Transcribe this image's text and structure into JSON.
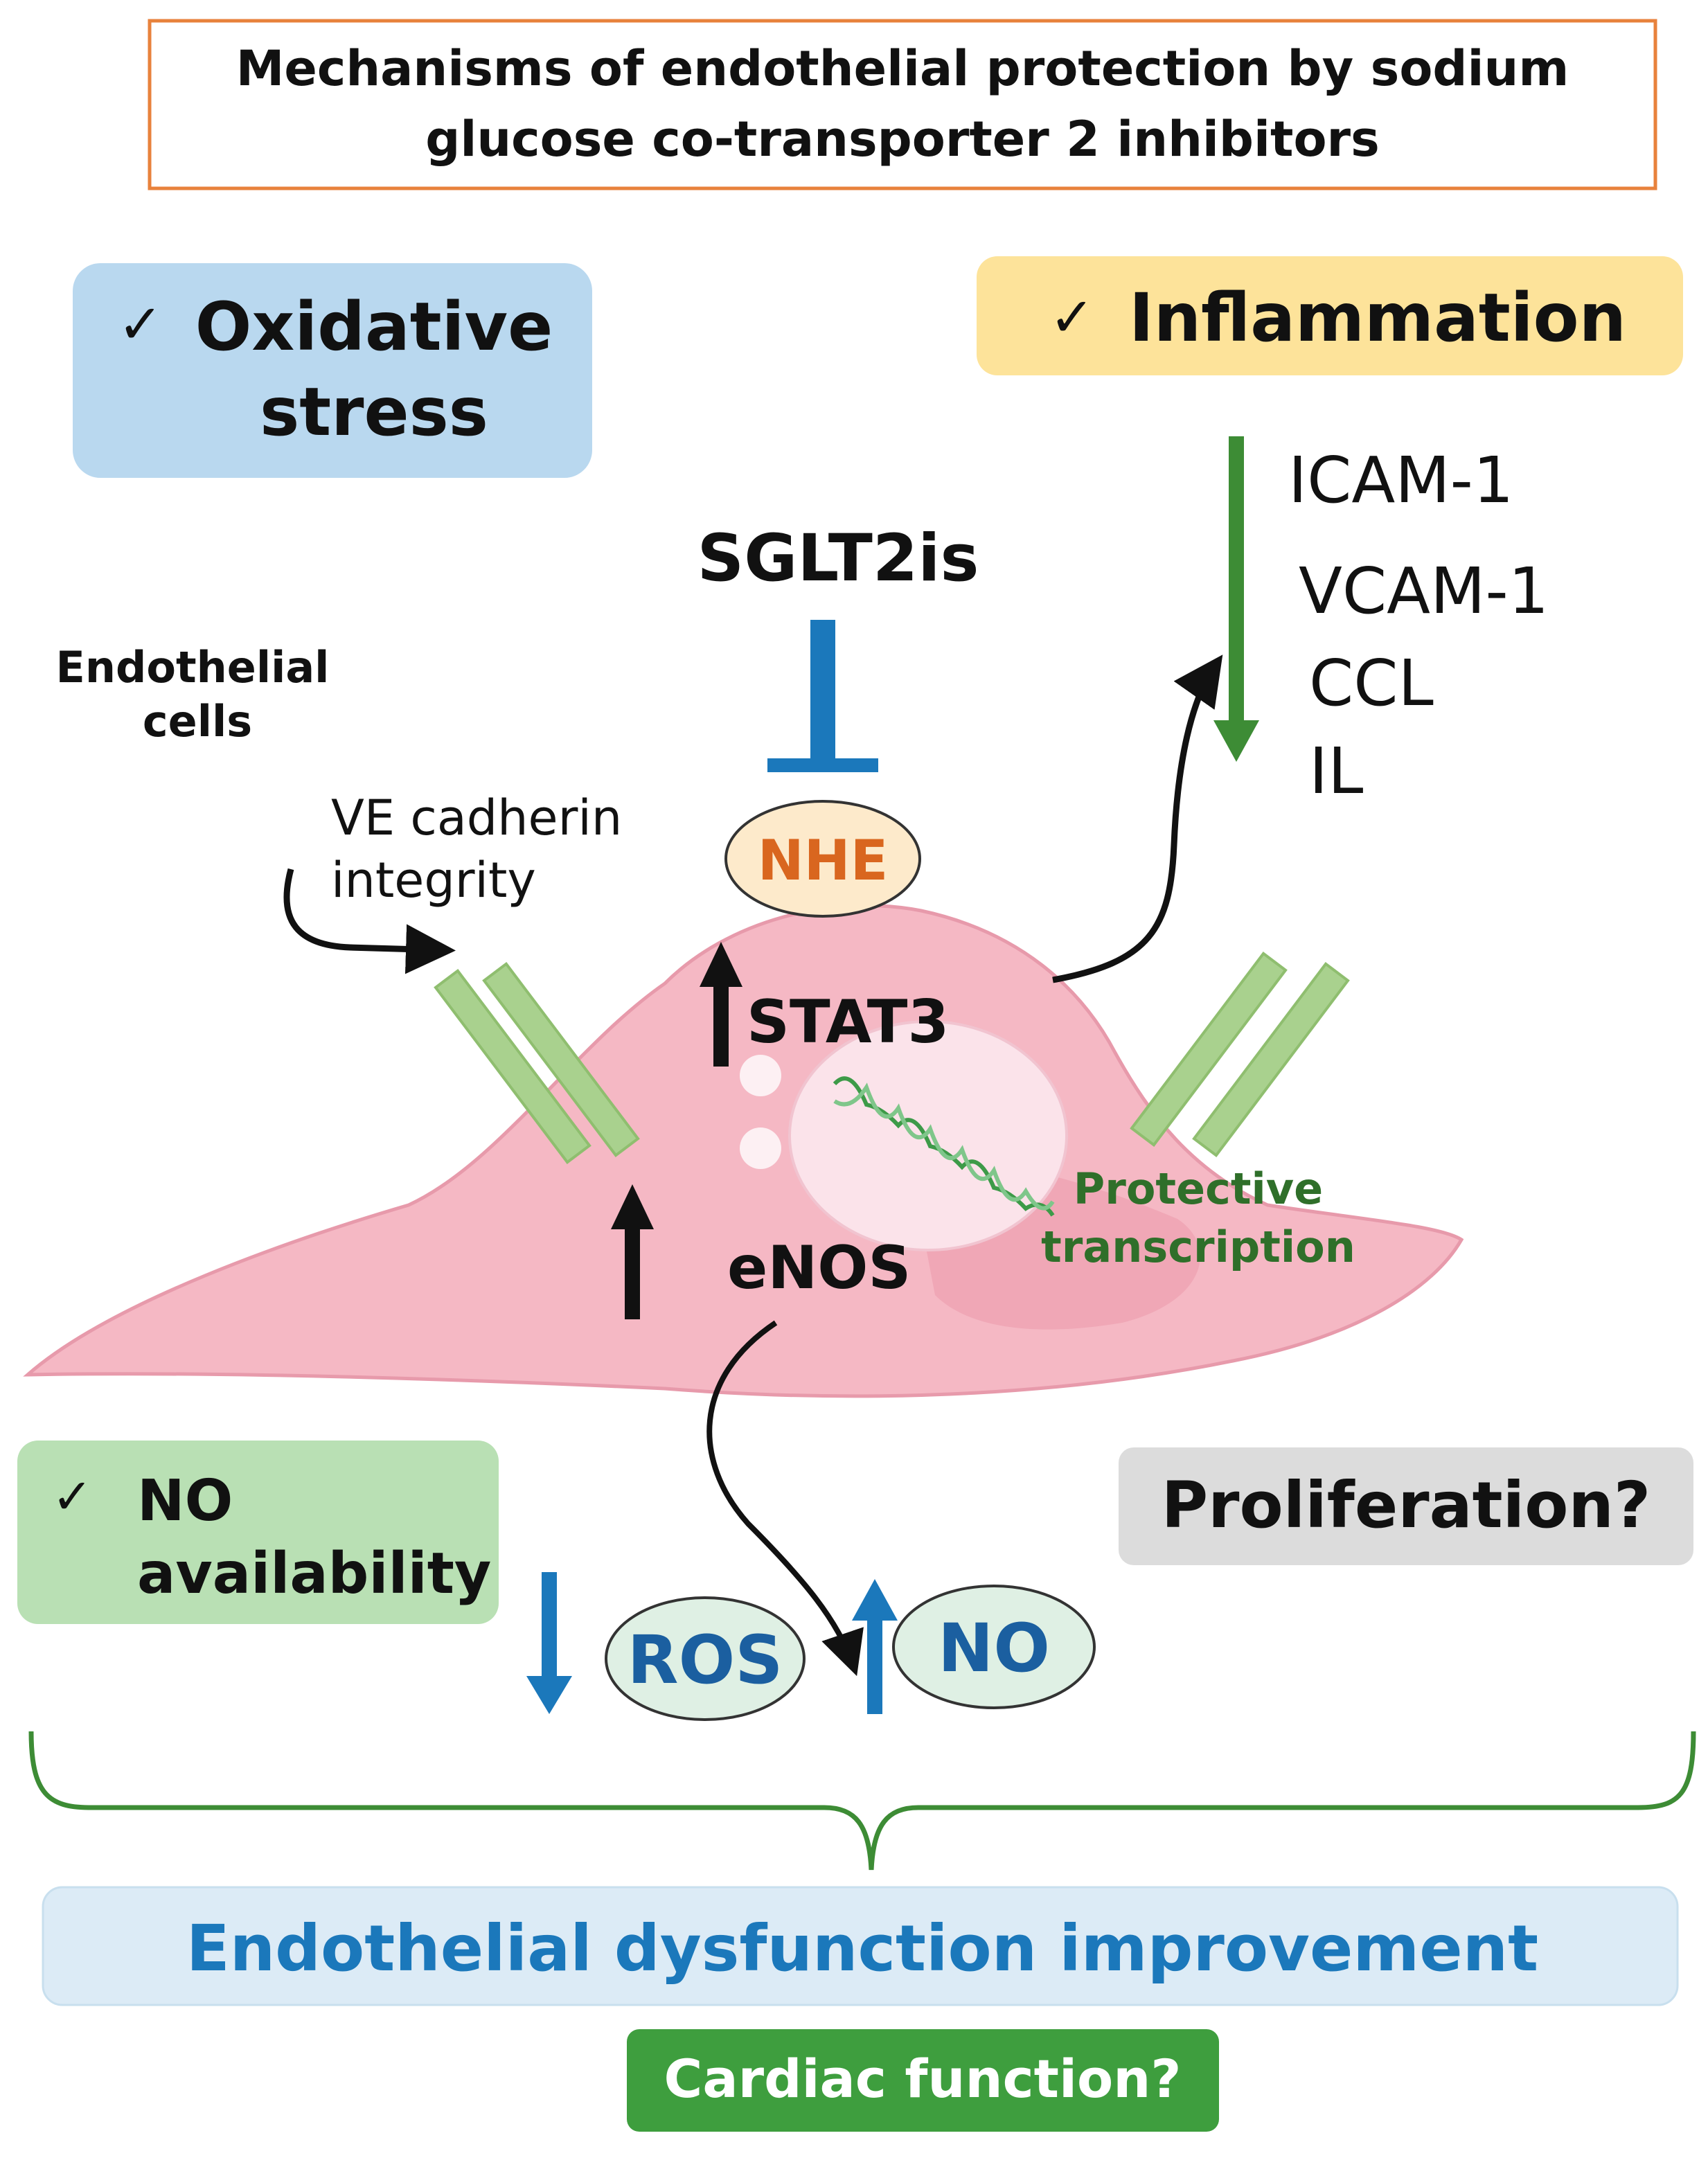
{
  "title": {
    "line1": "Mechanisms of endothelial protection by sodium",
    "line2": "glucose co-transporter 2 inhibitors"
  },
  "oxidative_stress": {
    "check": "✓",
    "line1": "Oxidative",
    "line2": "stress"
  },
  "inflammation": {
    "check": "✓",
    "label": "Inflammation"
  },
  "inflammation_markers": [
    "ICAM-1",
    "VCAM-1",
    "CCL",
    "IL"
  ],
  "drug": "SGLT2is",
  "cell_label": {
    "line1": "Endothelial",
    "line2": "cells"
  },
  "ve_cadherin": {
    "line1": "VE cadherin",
    "line2": "integrity"
  },
  "nhe": "NHE",
  "stat3": "STAT3",
  "enos": "eNOS",
  "protective": {
    "line1": "Protective",
    "line2": "transcription"
  },
  "no_availability": {
    "check": "✓",
    "line1": "NO",
    "line2": "availability"
  },
  "proliferation": "Proliferation?",
  "ros": "ROS",
  "no": "NO",
  "outcome": "Endothelial dysfunction improvement",
  "cardiac": "Cardiac function?",
  "colors": {
    "title_border": "#e8823c",
    "oxidative_box": "#b9d8ef",
    "inflammation_box": "#fde39a",
    "no_box": "#b9e0b4",
    "proliferation_box": "#dcdcdc",
    "outcome_box": "#dcebf6",
    "outcome_text": "#1b78bb",
    "cardiac_box": "#3e9e3e",
    "cell_fill": "#f5b8c4",
    "cadherin": "#a9d18e",
    "green_arrow": "#3d8c35",
    "blue_arrow": "#1b78bb",
    "nhe_text": "#d9661f",
    "nhe_fill": "#fdeacb",
    "bubble_fill": "#dff0e4",
    "protective_text": "#2f6f2a"
  }
}
